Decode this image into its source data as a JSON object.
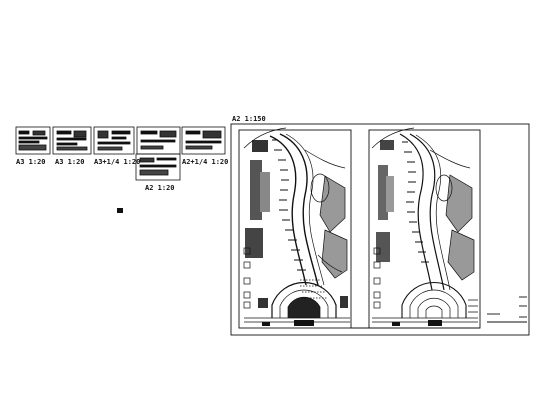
{
  "sheet_labels": {
    "s1": "A3 1:20",
    "s2": "A3 1:20",
    "s3": "A3+1/4 1:20",
    "s4": "A2 1:20",
    "s5": "A2+1/4 1:20",
    "main": "A2 1:150"
  },
  "colors": {
    "line": "#111111",
    "background": "#ffffff"
  }
}
